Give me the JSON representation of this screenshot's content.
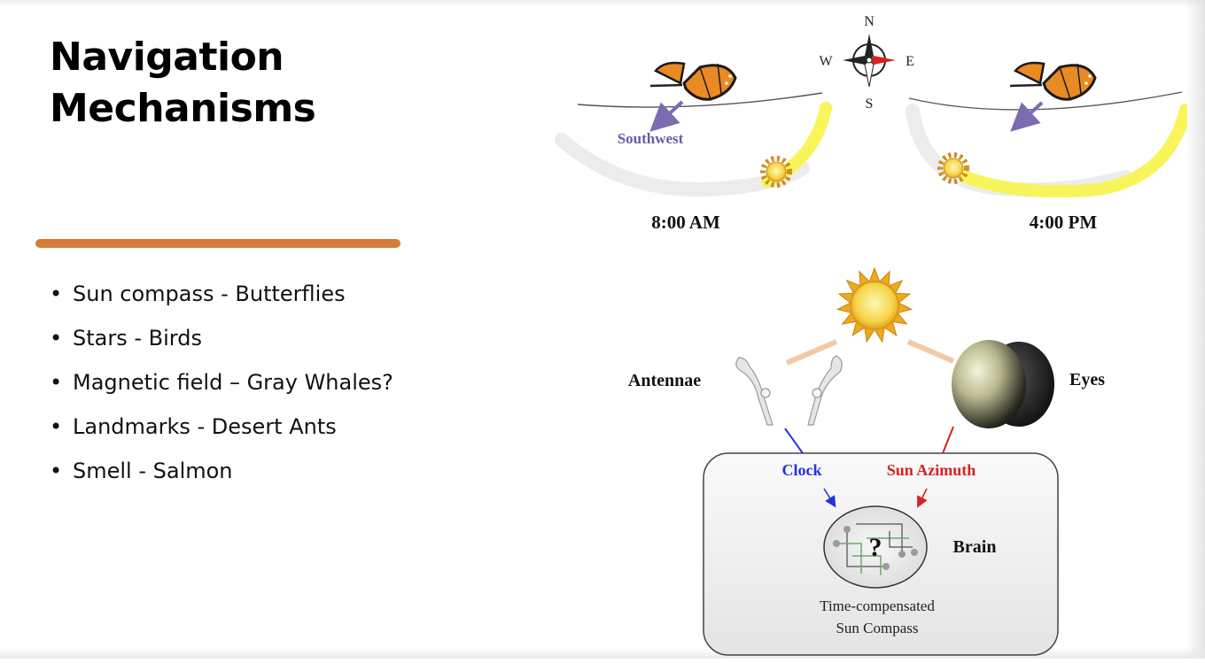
{
  "slide": {
    "title_lines": [
      "Navigation",
      "Mechanisms"
    ],
    "accent_color": "#d97b38",
    "bullets": [
      "Sun compass - Butterflies",
      "Stars - Birds",
      "Magnetic field – Gray Whales?",
      "Landmarks  - Desert Ants",
      "Smell  - Salmon"
    ]
  },
  "figure": {
    "compass": {
      "n": "N",
      "s": "S",
      "e": "E",
      "w": "W"
    },
    "morning": {
      "direction_label": "Southwest",
      "time_label": "8:00 AM"
    },
    "afternoon": {
      "time_label": "4:00 PM"
    },
    "diagram": {
      "antennae_label": "Antennae",
      "eyes_label": "Eyes",
      "clock_label": "Clock",
      "sun_azimuth_label": "Sun Azimuth",
      "brain_label": "Brain",
      "question_mark": "?",
      "compass_caption_lines": [
        "Time-compensated",
        "Sun Compass"
      ]
    },
    "colors": {
      "sun_path": "#f8f55a",
      "sun": "#f4c431",
      "arrow": "#7b6bb0",
      "clock_line": "#2233dd",
      "azimuth_line": "#d62222",
      "butterfly": "#e98a22"
    }
  }
}
